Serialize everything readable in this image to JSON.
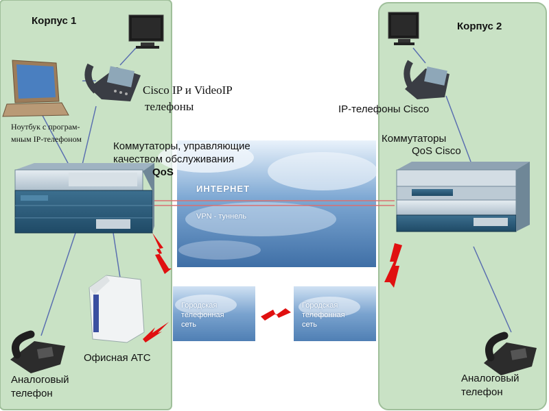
{
  "buildings": {
    "left": "Корпус 1",
    "right": "Корпус 2"
  },
  "left_labels": {
    "ip_phones_line1": "Cisco IP и VideoIP",
    "ip_phones_line2": "телефоны",
    "laptop_line1": "Ноутбук с програм-",
    "laptop_line2": "мным IP-телефоном",
    "switches_line1": "Коммутаторы, управляющие",
    "switches_line2": "качеством обслуживания",
    "switches_line3": "QoS",
    "office_pbx": "Офисная АТС",
    "analog_line1": "Аналоговый",
    "analog_line2": "телефон"
  },
  "right_labels": {
    "ip_phones": "IP-телефоны Cisco",
    "switches_line1": "Коммутаторы",
    "switches_line2": "QoS Cisco",
    "analog_line1": "Аналоговый",
    "analog_line2": "телефон"
  },
  "internet": {
    "title": "ИНТЕРНЕТ",
    "tunnel": "VPN - туннель"
  },
  "city_networks": {
    "left": {
      "line1": "Городская",
      "line2": "телефонная",
      "line3": "сеть"
    },
    "right": {
      "line1": "Городская",
      "line2": "телефонная",
      "line3": "сеть"
    }
  },
  "colors": {
    "building_fill": "#c9e2c5",
    "building_border": "#9fbf9a",
    "lightning": "#e01010",
    "tunnel_line": "#d97070",
    "link_line": "#5a6fb0"
  }
}
